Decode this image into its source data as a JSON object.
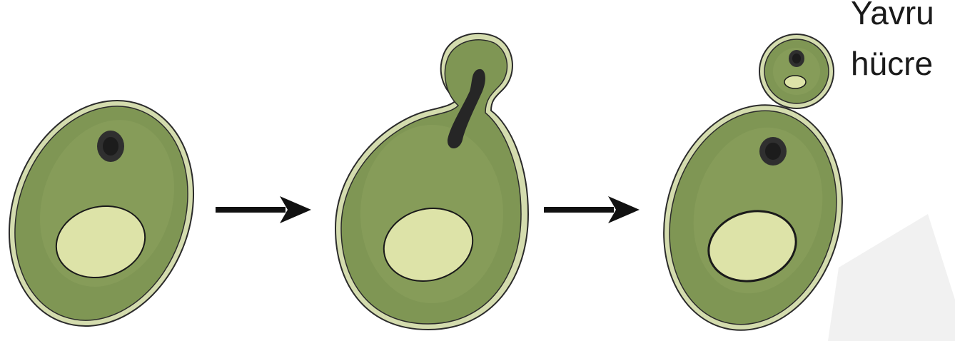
{
  "figure": {
    "type": "budding-yeast-diagram",
    "stages": [
      "parent-cell",
      "budding-cell",
      "parent-with-daughter"
    ],
    "daughter_label_line1": "Yavru",
    "daughter_label_line2": "hücre",
    "colors": {
      "background": "#ffffff",
      "cell_outer": "#d4dcae",
      "cell_body": "#7f9654",
      "cell_shade": "#6f8a48",
      "vacuole": "#dde3a8",
      "nucleus": "#2f2f2f",
      "outline": "#2b2b2b",
      "arrow": "#111111",
      "watermark": "#f1f1f1"
    }
  }
}
